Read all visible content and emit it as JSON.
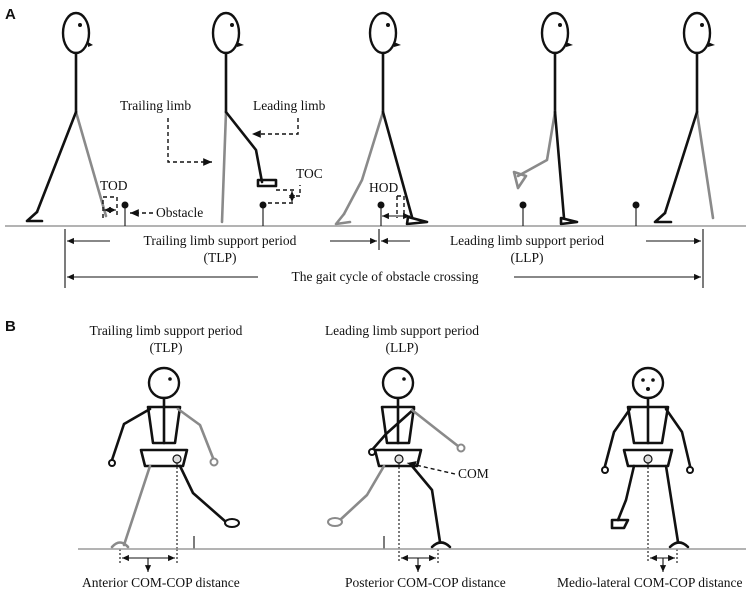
{
  "panel_a": {
    "label": "A",
    "trailing_limb": "Trailing limb",
    "leading_limb": "Leading limb",
    "tod": "TOD",
    "toc": "TOC",
    "hod": "HOD",
    "obstacle": "Obstacle",
    "tlp_line1": "Trailing limb support period",
    "tlp_line2": "(TLP)",
    "llp_line1": "Leading limb support period",
    "llp_line2": "(LLP)",
    "cycle": "The gait cycle of obstacle crossing"
  },
  "panel_b": {
    "label": "B",
    "tlp_line1": "Trailing limb support period",
    "tlp_line2": "(TLP)",
    "llp_line1": "Leading limb support period",
    "llp_line2": "(LLP)",
    "com": "COM",
    "anterior": "Anterior COM-COP distance",
    "posterior": "Posterior COM-COP distance",
    "mediolateral": "Medio-lateral COM-COP distance"
  },
  "colors": {
    "ink": "#111111",
    "trailing_limb": "#8a8a8a",
    "ground": "#9a9a9a"
  }
}
